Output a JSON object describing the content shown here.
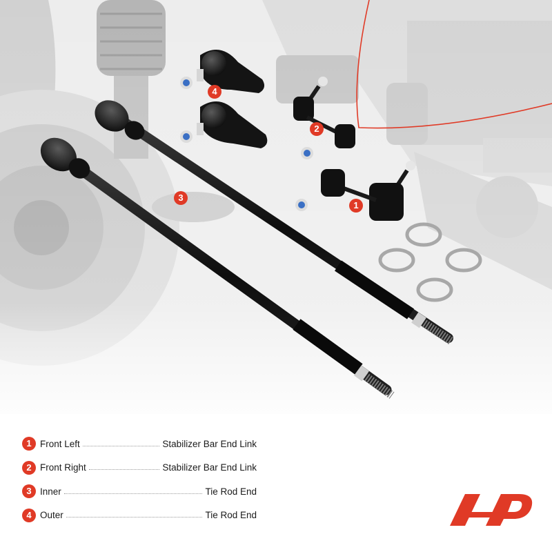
{
  "markers": [
    "1",
    "2",
    "3",
    "4"
  ],
  "legend": [
    {
      "num": "1",
      "position": "Front Left",
      "part": "Stabilizer Bar End Link"
    },
    {
      "num": "2",
      "position": "Front Right",
      "part": "Stabilizer Bar End Link"
    },
    {
      "num": "3",
      "position": "Inner",
      "part": "Tie Rod End"
    },
    {
      "num": "4",
      "position": "Outer",
      "part": "Tie Rod End"
    }
  ],
  "colors": {
    "accent": "#e03a26",
    "text": "#1a1a1a",
    "part_black": "#141414"
  },
  "icons": [
    "brand-logo-icon"
  ]
}
